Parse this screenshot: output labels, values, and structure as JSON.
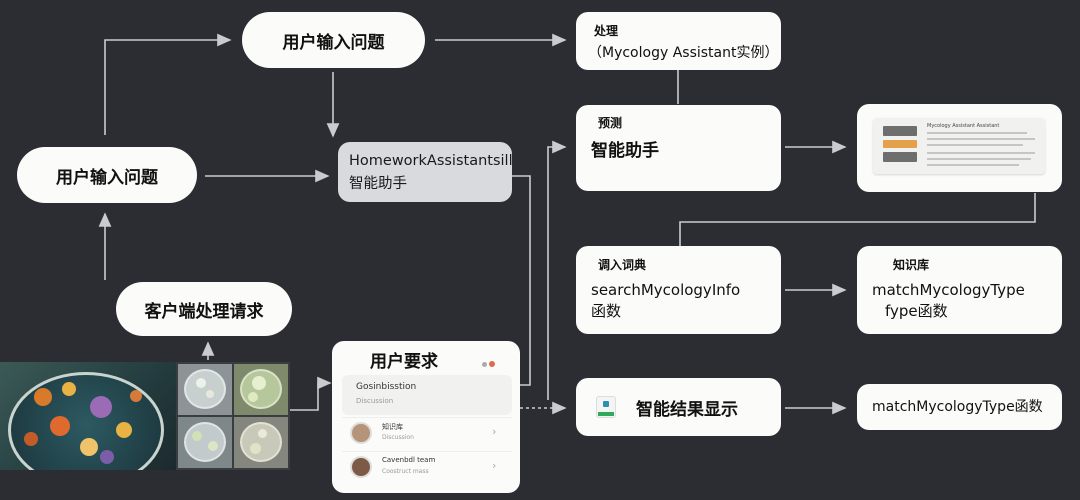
{
  "pill_top": "用户输入问题",
  "pill_left": "用户输入问题",
  "pill_client": "客户端处理请求",
  "process": {
    "title": "处理",
    "body": "（Mycology Assistant实例）"
  },
  "homework": {
    "line1": "HomeworkAssistantsill",
    "line2": "智能助手"
  },
  "predict": {
    "title": "预测",
    "body": "智能助手"
  },
  "preview": {
    "header": "Mycology Assistant Assistant"
  },
  "dict": {
    "title": "调入词典",
    "line1": "searchMycologyInfo",
    "line2": "函数"
  },
  "kb": {
    "title": "知识库",
    "line1": "matchMycologyType",
    "line2": "fype函数"
  },
  "request": {
    "title": "用户要求",
    "row_title": "Gosinbisstion",
    "row_sub": "Discussion",
    "items": [
      {
        "name": "知识库",
        "sub": "Discussion"
      },
      {
        "name": "Cavenbdl team",
        "sub": "Coostruct mass"
      }
    ]
  },
  "result": {
    "label": "智能结果显示"
  },
  "match2": {
    "label": "matchMycologyType函数"
  },
  "colors": {
    "background": "#2b2d33",
    "card": "#fbfbfa",
    "line": "#c9cbcf",
    "accent_orange": "#e3a24a",
    "accent_green": "#2eaa5a",
    "accent_red": "#e06a4a"
  }
}
